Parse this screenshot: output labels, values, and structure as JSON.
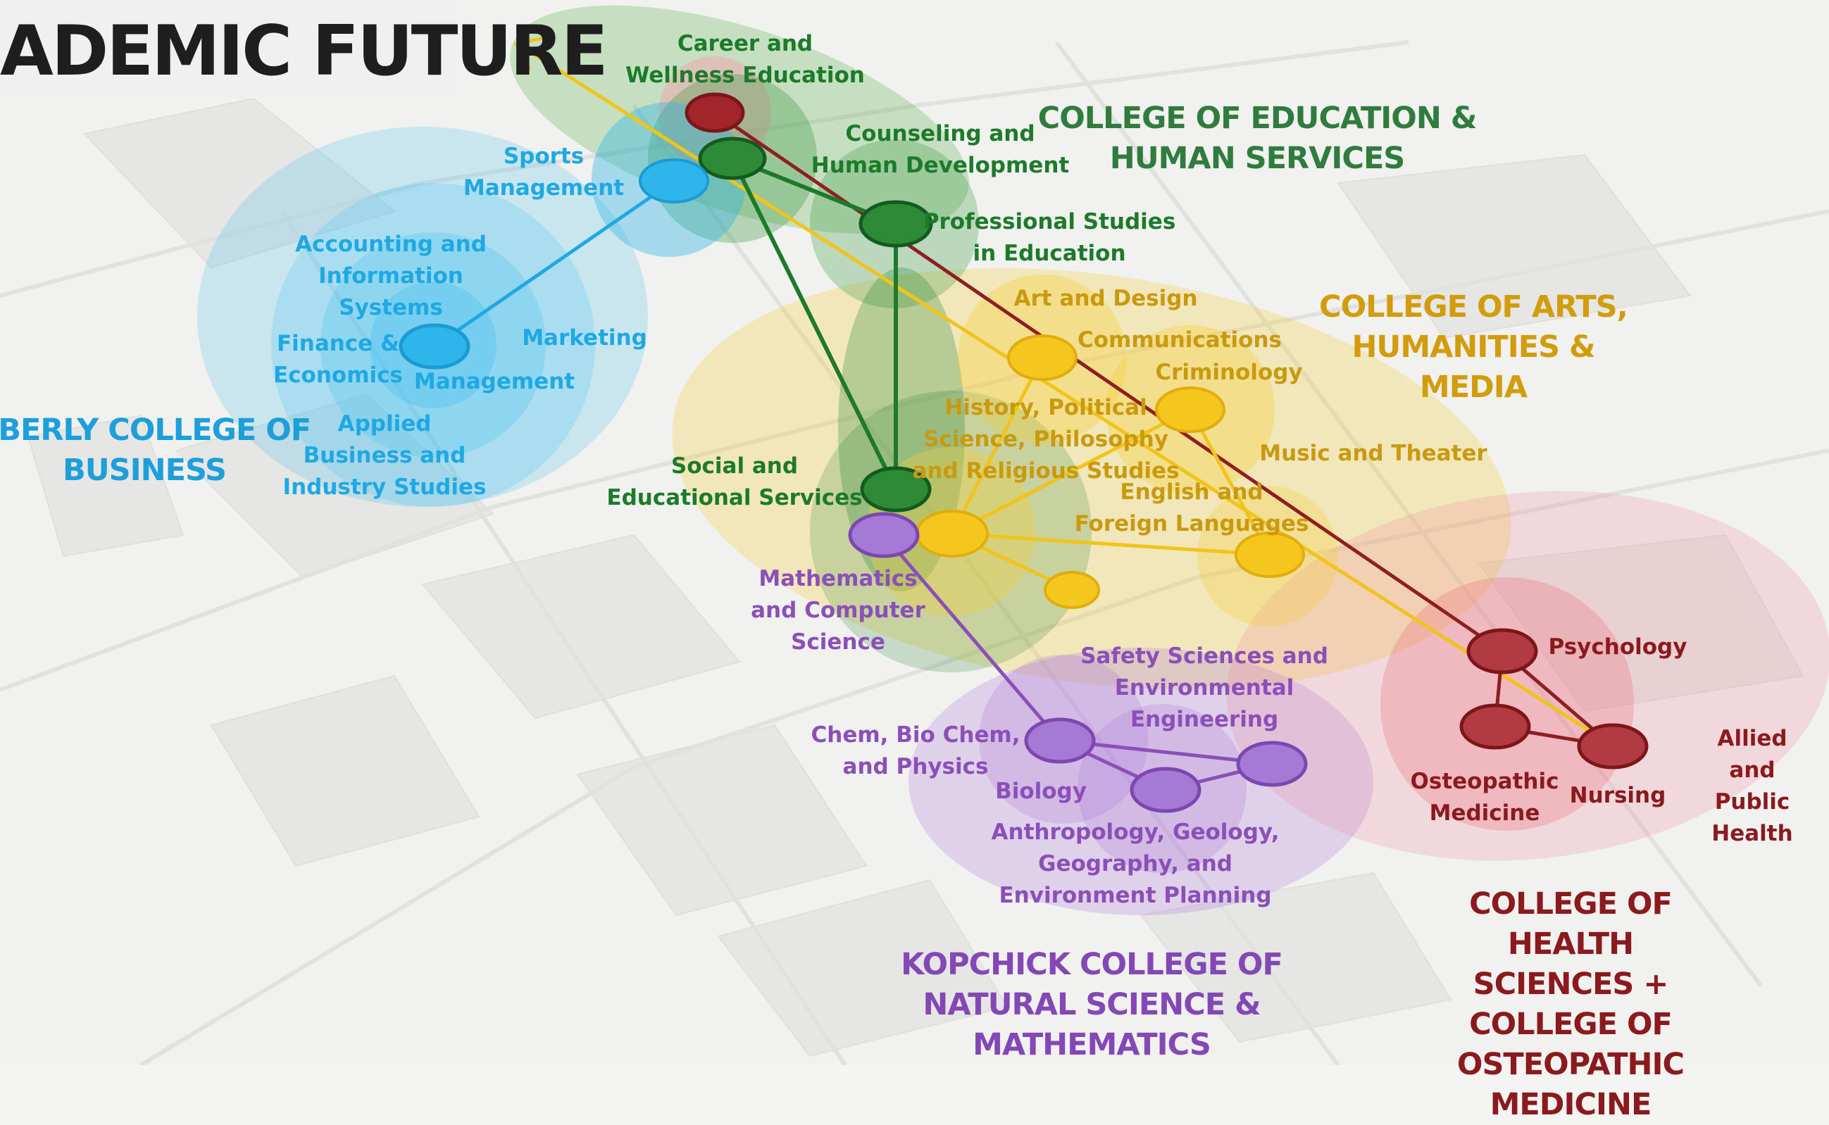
{
  "title": "ADEMIC FUTURE",
  "colors": {
    "business": "#1fa9e4",
    "education": "#1c7b2a",
    "arts": "#f2c316",
    "science": "#9b62cc",
    "health": "#9b2a2f",
    "axis": "#f0c41a",
    "spine": "#8f1e23"
  },
  "colleges": {
    "education": "COLLEGE OF EDUCATION &\nHUMAN SERVICES",
    "arts": "COLLEGE OF ARTS,\nHUMANITIES & MEDIA",
    "business": "EBERLY COLLEGE OF\nBUSINESS",
    "science": "KOPCHICK COLLEGE OF\nNATURAL SCIENCE &\nMATHEMATICS",
    "health": "COLLEGE OF HEALTH SCIENCES +\nCOLLEGE OF OSTEOPATHIC MEDICINE"
  },
  "labels": {
    "career": "Career and\nWellness Education",
    "counseling": "Counseling and\nHuman Development",
    "professional": "Professional Studies\nin Education",
    "social": "Social and\nEducational Services",
    "sports": "Sports\nManagement",
    "accounting": "Accounting and\nInformation\nSystems",
    "finance": "Finance &\nEconomics",
    "marketing": "Marketing",
    "management": "Management",
    "applied": "Applied\nBusiness and\nIndustry Studies",
    "art_design": "Art and Design",
    "communications": "Communications",
    "criminology": "Criminology",
    "history": "History, Political\nScience, Philosophy\nand Religious Studies",
    "music": "Music and Theater",
    "english": "English and\nForeign Languages",
    "math": "Mathematics\nand Computer\nScience",
    "safety": "Safety Sciences and\nEnvironmental\nEngineering",
    "chem": "Chem, Bio Chem,\nand Physics",
    "biology": "Biology",
    "anthro": "Anthropology, Geology,\nGeography, and\nEnvironment Planning",
    "psychology": "Psychology",
    "osteopathic": "Osteopathic\nMedicine",
    "nursing": "Nursing",
    "allied": "Allied and\nPublic Health"
  }
}
